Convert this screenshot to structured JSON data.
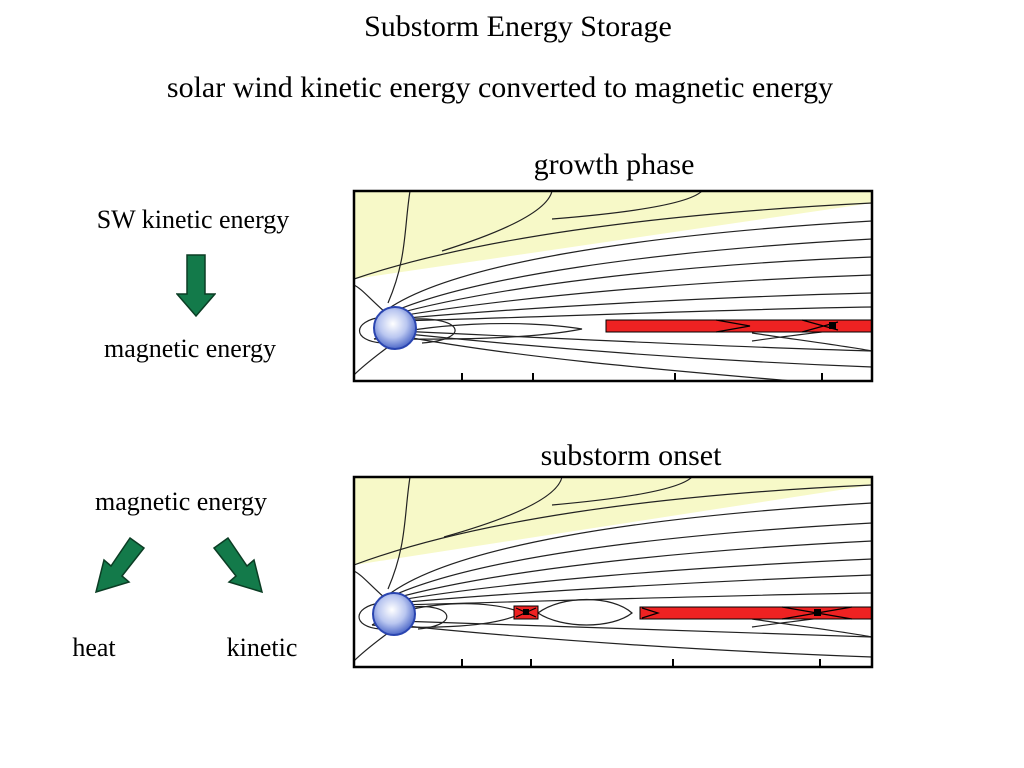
{
  "slide": {
    "title": "Substorm Energy Storage",
    "subtitle": "solar wind kinetic energy converted to magnetic energy"
  },
  "top_panel": {
    "heading": "growth phase",
    "label_top": "SW kinetic energy",
    "label_bottom": "magnetic energy"
  },
  "bottom_panel": {
    "heading": "substorm onset",
    "label_top": "magnetic energy",
    "label_left": "heat",
    "label_right": "kinetic"
  },
  "colors": {
    "arrow_fill": "#137a4a",
    "magnetosheath_fill": "#f7f9c8",
    "current_sheet_fill": "#ee2222",
    "earth_fill": "#6f86d6",
    "field_line": "#222222"
  },
  "icons": {
    "down_arrow": "down-arrow-icon",
    "left_arrow": "down-left-arrow-icon",
    "right_arrow": "down-right-arrow-icon"
  }
}
